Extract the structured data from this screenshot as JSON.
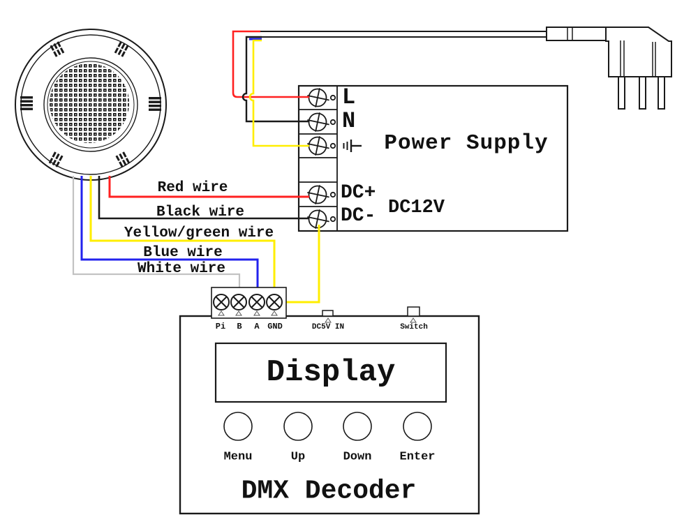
{
  "power_supply": {
    "terminal_l": "L",
    "terminal_n": "N",
    "title": "Power Supply",
    "dc_plus": "DC+",
    "dc_minus": "DC-",
    "voltage": "DC12V"
  },
  "wire_labels": {
    "red": "Red wire",
    "black": "Black wire",
    "yellow_green": "Yellow/green wire",
    "blue": "Blue wire",
    "white": "White wire"
  },
  "decoder": {
    "terminals": [
      "Pi",
      "B",
      "A",
      "GND"
    ],
    "dc5v_in": "DC5V IN",
    "switch": "Switch",
    "display": "Display",
    "buttons": [
      "Menu",
      "Up",
      "Down",
      "Enter"
    ],
    "title": "DMX Decoder"
  },
  "colors": {
    "red_wire": "#ff2020",
    "black_wire": "#1a1a1a",
    "yellow_wire": "#ffee00",
    "blue_wire": "#2222ee",
    "white_wire": "#c2c2c2",
    "outline": "#1a1a1a"
  }
}
